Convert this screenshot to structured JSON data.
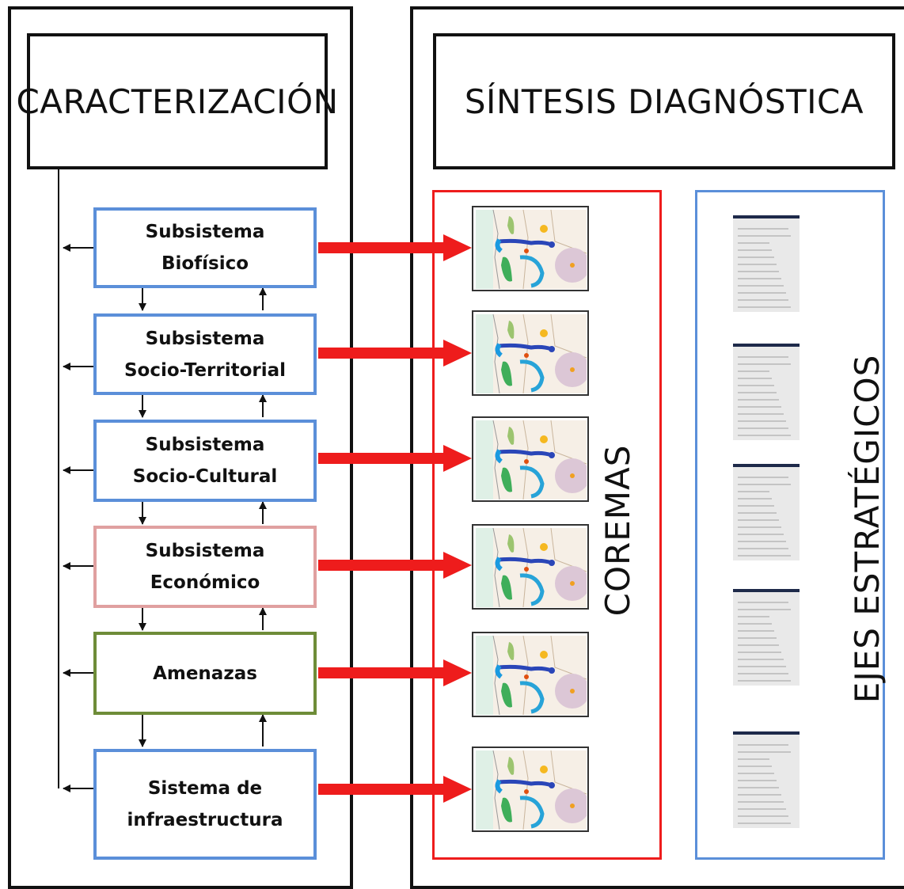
{
  "left_panel": {
    "title": "CARACTERIZACIÓN"
  },
  "right_panel": {
    "title": "SÍNTESIS DIAGNÓSTICA"
  },
  "subsystems": [
    {
      "line1": "Subsistema",
      "line2": "Biofísico",
      "border": "#5b8fd9"
    },
    {
      "line1": "Subsistema",
      "line2": "Socio-Territorial",
      "border": "#5b8fd9"
    },
    {
      "line1": "Subsistema",
      "line2": "Socio-Cultural",
      "border": "#5b8fd9"
    },
    {
      "line1": "Subsistema",
      "line2": "Económico",
      "border": "#e0a0a0"
    },
    {
      "line1": "Amenazas",
      "line2": "",
      "border": "#6e8c38"
    },
    {
      "line1": "Sistema de",
      "line2": "infraestructura",
      "border": "#5b8fd9"
    }
  ],
  "coremas": {
    "label": "COREMAS",
    "frame_color": "#ee1c1c",
    "map_count": 6
  },
  "ejes": {
    "label": "EJES ESTRATÉGICOS",
    "frame_color": "#5b8fd9",
    "doc_count": 5
  },
  "colors": {
    "arrow": "#ee1c1c",
    "connector": "#111111"
  }
}
